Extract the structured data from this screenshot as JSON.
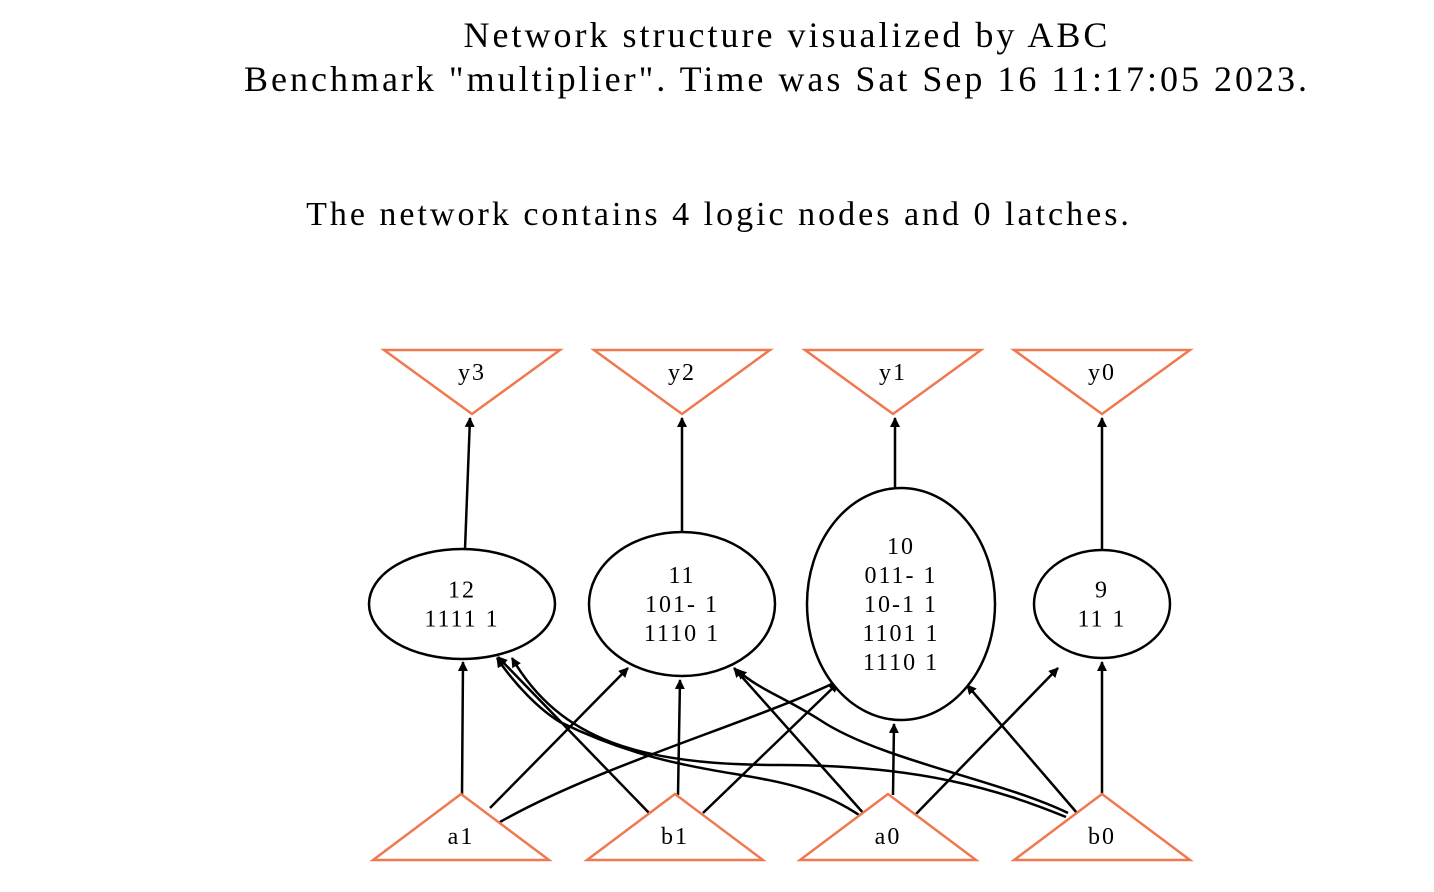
{
  "title": {
    "line1": "Network structure visualized by ABC",
    "line2": "Benchmark \"multiplier\". Time was Sat Sep 16 11:17:05 2023."
  },
  "summary": "The network contains 4 logic nodes and 0 latches.",
  "colors": {
    "io_node_stroke": "#f07850",
    "edge": "#000000",
    "logic_node_stroke": "#000000"
  },
  "outputs": [
    {
      "id": "y3",
      "label": "y3"
    },
    {
      "id": "y2",
      "label": "y2"
    },
    {
      "id": "y1",
      "label": "y1"
    },
    {
      "id": "y0",
      "label": "y0"
    }
  ],
  "logic_nodes": [
    {
      "id": "12",
      "lines": [
        "12",
        "1111 1"
      ]
    },
    {
      "id": "11",
      "lines": [
        "11",
        "101- 1",
        "1110 1"
      ]
    },
    {
      "id": "10",
      "lines": [
        "10",
        "011- 1",
        "10-1 1",
        "1101 1",
        "1110 1"
      ]
    },
    {
      "id": "9",
      "lines": [
        "9",
        "11 1"
      ]
    }
  ],
  "inputs": [
    {
      "id": "a1",
      "label": "a1"
    },
    {
      "id": "b1",
      "label": "b1"
    },
    {
      "id": "a0",
      "label": "a0"
    },
    {
      "id": "b0",
      "label": "b0"
    }
  ],
  "edges": [
    {
      "from": "12",
      "to": "y3"
    },
    {
      "from": "11",
      "to": "y2"
    },
    {
      "from": "10",
      "to": "y1"
    },
    {
      "from": "9",
      "to": "y0"
    },
    {
      "from": "a1",
      "to": "12"
    },
    {
      "from": "a1",
      "to": "11"
    },
    {
      "from": "a1",
      "to": "10"
    },
    {
      "from": "b1",
      "to": "12"
    },
    {
      "from": "b1",
      "to": "11"
    },
    {
      "from": "b1",
      "to": "10"
    },
    {
      "from": "a0",
      "to": "12"
    },
    {
      "from": "a0",
      "to": "11"
    },
    {
      "from": "a0",
      "to": "10"
    },
    {
      "from": "a0",
      "to": "9"
    },
    {
      "from": "b0",
      "to": "12"
    },
    {
      "from": "b0",
      "to": "11"
    },
    {
      "from": "b0",
      "to": "10"
    },
    {
      "from": "b0",
      "to": "9"
    }
  ]
}
